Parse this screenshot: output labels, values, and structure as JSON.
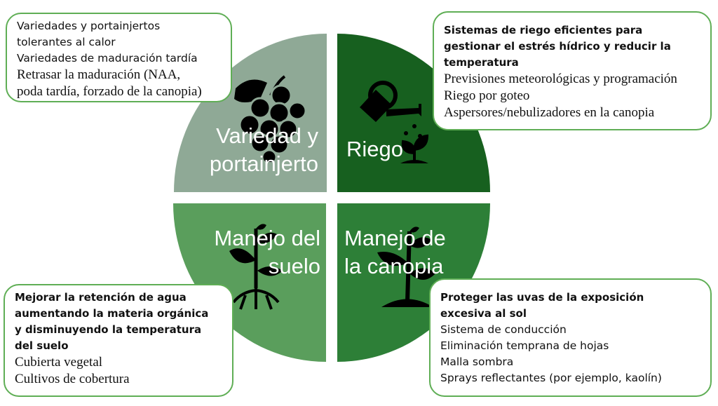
{
  "quadrants": {
    "variety": {
      "label": [
        "Variedad y",
        "portainjerto"
      ],
      "color": "#8fa996",
      "icon": "grapes-icon"
    },
    "irrigation": {
      "label": [
        "Riego"
      ],
      "color": "#17601f",
      "icon": "watering-can-icon"
    },
    "soil": {
      "label": [
        "Manejo del",
        "suelo"
      ],
      "color": "#5a9e5c",
      "icon": "plant-roots-icon"
    },
    "canopy": {
      "label": [
        "Manejo de",
        "la canopia"
      ],
      "color": "#2d7f37",
      "icon": "plant-icon"
    }
  },
  "boxes": {
    "variety": {
      "lines": [
        "Variedades y portainjertos",
        "tolerantes al calor",
        "Variedades de maduración tardía"
      ],
      "serif_lines": [
        "Retrasar la maduración (NAA,",
        "poda tardía, forzado de la canopia)"
      ]
    },
    "irrigation": {
      "heading": [
        "Sistemas de riego eficientes para",
        "gestionar el estrés hídrico y reducir la",
        "temperatura"
      ],
      "serif_lines": [
        "Previsiones meteorológicas y programación",
        "Riego por goteo",
        "Aspersores/nebulizadores en la canopia"
      ]
    },
    "soil": {
      "heading": [
        "Mejorar la retención de agua",
        "aumentando la materia orgánica",
        "y disminuyendo la temperatura",
        "del suelo"
      ],
      "serif_lines": [
        "Cubierta vegetal",
        "Cultivos de cobertura"
      ]
    },
    "canopy": {
      "heading": [
        "Proteger las uvas de la exposición",
        "excesiva al sol"
      ],
      "lines": [
        "Sistema de conducción",
        "Eliminación temprana de hojas",
        "Malla sombra",
        "Sprays reflectantes (por ejemplo, kaolín)"
      ]
    }
  },
  "border_color": "#5fae55"
}
